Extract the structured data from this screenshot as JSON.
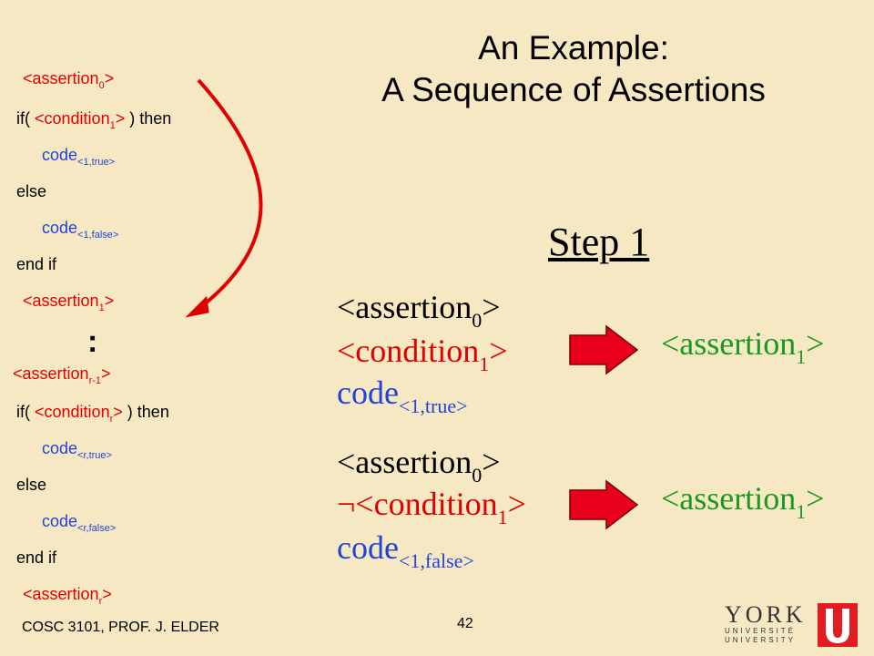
{
  "title": {
    "line1": "An Example:",
    "line2": "A Sequence of Assertions"
  },
  "step": "Step 1",
  "code": {
    "a0_pre": "<assertion",
    "a0_sub": "0",
    "a0_post": ">",
    "if_open": "if(",
    "cond1_pre": "<condition",
    "cond1_sub": "1",
    "cond1_post": ">",
    "then": ") then",
    "code_word": "code",
    "code1_true_sub": "<1,true>",
    "else": "else",
    "code1_false_sub": "<1,false>",
    "end_if": "end if",
    "a1_pre": "<assertion",
    "a1_sub": "1",
    "a1_post": ">",
    "ellipsis": ":",
    "ar1_pre": "<assertion",
    "ar1_sub": "r-1",
    "ar1_post": ">",
    "condr_pre": "<condition",
    "condr_sub": "r",
    "condr_post": ">",
    "coder_true_sub": "<r,true>",
    "coder_false_sub": "<r,false>",
    "ar_pre": "<assertion",
    "ar_sub": "r",
    "ar_post": ">"
  },
  "right": {
    "a0_pre": "<assertion",
    "a0_sub": "0",
    "a0_post": ">",
    "c1_pre": "<condition",
    "c1_sub": "1",
    "c1_post": ">",
    "neg_c1_pre": "¬<condition",
    "code": "code",
    "true_sub": "<1,true>",
    "false_sub": "<1,false>",
    "a1_pre": "<assertion",
    "a1_sub": "1",
    "a1_post": ">"
  },
  "footer": {
    "course": "COSC 3101, PROF. J. ELDER",
    "page": "42"
  },
  "logo": {
    "name": "YORK",
    "line1": "UNIVERSITÉ",
    "line2": "UNIVERSITY"
  },
  "colors": {
    "background": "#f7e8c4",
    "red": "#e00000",
    "blue": "#1f44d6",
    "green": "#179a1f"
  }
}
